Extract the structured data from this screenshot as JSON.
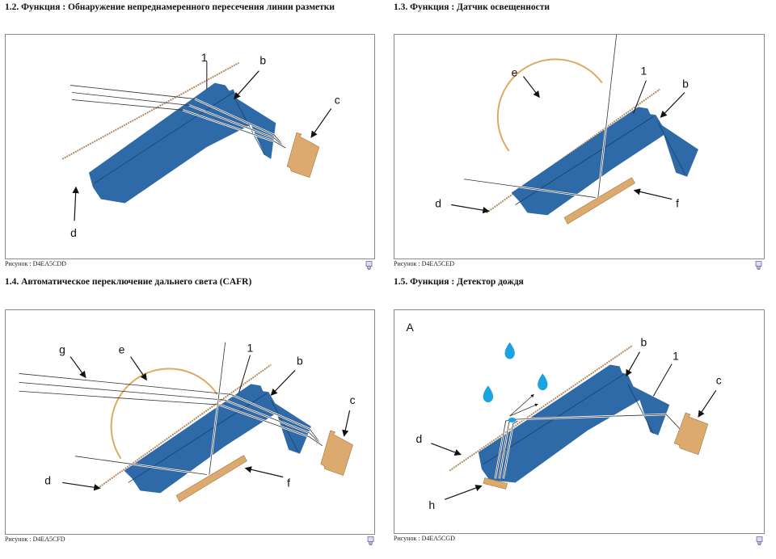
{
  "sections": [
    {
      "heading": "1.2. Функция : Обнаружение непреднамеренного пересечения линии разметки",
      "caption": "Рисунок : D4EA5CDD",
      "labels": {
        "one": "1",
        "b": "b",
        "c": "c",
        "d": "d"
      }
    },
    {
      "heading": "1.3. Функция : Датчик освещенности",
      "caption": "Рисунок : D4EA5CED",
      "labels": {
        "e": "e",
        "one": "1",
        "b": "b",
        "d": "d",
        "f": "f"
      }
    },
    {
      "heading": "1.4. Автоматическое переключение дальнего света (CAFR)",
      "caption": "Рисунок : D4EA5CFD",
      "labels": {
        "g": "g",
        "e": "e",
        "one": "1",
        "b": "b",
        "c": "c",
        "d": "d",
        "f": "f"
      }
    },
    {
      "heading": "1.5. Функция : Детектор дождя",
      "caption": "Рисунок : D4EA5CGD",
      "labels": {
        "a": "A",
        "b": "b",
        "one": "1",
        "c": "c",
        "d": "d",
        "h": "h"
      }
    }
  ],
  "colors": {
    "prism_blue": "#2f6aa8",
    "sensor_tan": "#dcaa6e",
    "windshield_brown": "#b08a60",
    "arc_orange": "#e0a860",
    "rain_blue": "#1aa3e0",
    "frame_border": "#8a8a8a"
  },
  "icons": {
    "zoom": "magnifier-print-icon"
  }
}
